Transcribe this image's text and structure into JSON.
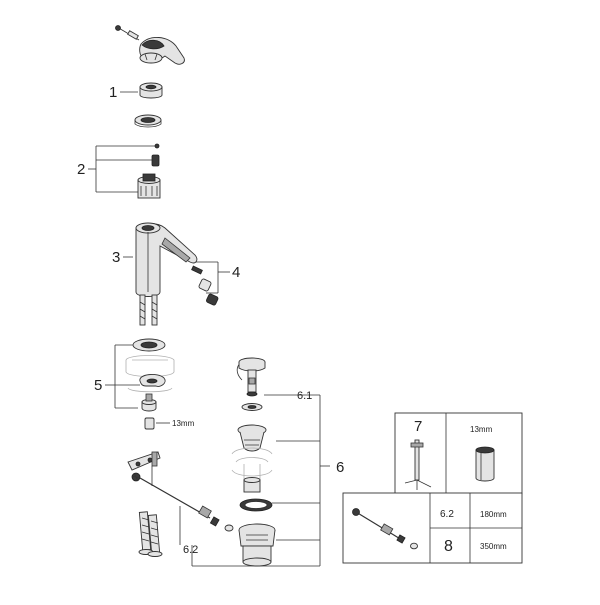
{
  "labels": {
    "part_1": "1",
    "part_2": "2",
    "part_3": "3",
    "part_4": "4",
    "part_5": "5",
    "part_6": "6",
    "part_6_1": "6.1",
    "part_6_2": "6.2",
    "part_6_2_table": "6.2",
    "part_7": "7",
    "part_8": "8"
  },
  "dimensions": {
    "wrench_size": "13mm",
    "tool_size": "13mm",
    "rod_length_6_2": "180mm",
    "rod_length_8": "350mm"
  },
  "colors": {
    "line": "#333333",
    "part_fill": "#e4e4e4",
    "dark_fill": "#3a3a3a"
  }
}
